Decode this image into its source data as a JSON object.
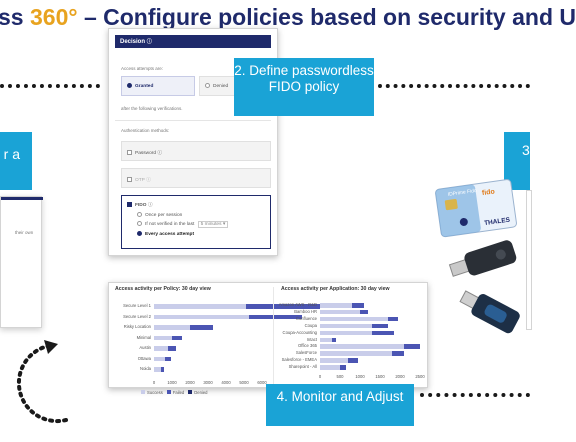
{
  "header": {
    "title_prefix": "ss ",
    "title_number": "360°",
    "title_rest": " – Configure policies based on security and U"
  },
  "decision": {
    "heading": "Decision",
    "access_attempts_label": "Access attempts are:",
    "granted_label": "Granted",
    "denied_label": "Denied",
    "after_verifications": "after the following verifications.",
    "auth_methods_label": "Authentication methods:",
    "methods": [
      "Password",
      "OTP",
      "FIDO"
    ],
    "fido_options": [
      "Once per session",
      "If not verified in the last",
      "Every access attempt"
    ],
    "minutes_value": "5 minutes"
  },
  "callouts": {
    "define": "2. Define passwordless FIDO policy",
    "monitor": "4. Monitor and Adjust",
    "left_partial": "r a",
    "right_partial": "3."
  },
  "left_panel": {
    "snippet": "their own"
  },
  "devices": {
    "card_brand_text": "THALES",
    "card_fido_text": "fido",
    "card_name_text": "IDPrime Fido"
  },
  "chart_data": [
    {
      "type": "bar",
      "title": "Access activity per Policy: 30 day view",
      "categories": [
        "Secure Level 1",
        "Secure Level 2",
        "Risky Location",
        "Minimal",
        "Austin",
        "Ottawa",
        "Noida"
      ],
      "series": [
        {
          "name": "Success",
          "values": [
            5100,
            5300,
            2000,
            1000,
            800,
            600,
            400
          ]
        },
        {
          "name": "Failed",
          "values": [
            4100,
            2900,
            1300,
            550,
            450,
            350,
            180
          ]
        },
        {
          "name": "Denied",
          "values": [
            0,
            0,
            0,
            0,
            0,
            0,
            0
          ]
        }
      ],
      "xticks": [
        "0",
        "1000",
        "2000",
        "3000",
        "4000",
        "5000",
        "6000"
      ],
      "xlim": [
        0,
        6000
      ],
      "colors": {
        "Success": "#c9cdea",
        "Failed": "#4b55b3",
        "Denied": "#1f2a6b"
      },
      "legend": "bottom"
    },
    {
      "type": "bar",
      "title": "Access activity per Application: 30 day view",
      "categories": [
        "Amazon AWS - R&D",
        "Bamboo HR",
        "Confluence",
        "Coupa",
        "Coupa-Accounting",
        "Intact",
        "Office 365",
        "SalesForce",
        "Salesforce - EMEA",
        "Sharepoint - All"
      ],
      "series": [
        {
          "name": "Success",
          "values": [
            800,
            1000,
            1700,
            1300,
            1300,
            300,
            2100,
            1800,
            700,
            500
          ]
        },
        {
          "name": "Failed",
          "values": [
            300,
            200,
            250,
            400,
            550,
            100,
            400,
            300,
            250,
            150
          ]
        },
        {
          "name": "Denied",
          "values": [
            0,
            0,
            0,
            0,
            0,
            0,
            0,
            0,
            0,
            0
          ]
        }
      ],
      "xticks": [
        "0",
        "500",
        "1000",
        "1500",
        "2000",
        "2500"
      ],
      "xlim": [
        0,
        2500
      ],
      "colors": {
        "Success": "#c9cdea",
        "Failed": "#4b55b3",
        "Denied": "#1f2a6b"
      },
      "legend": "bottom"
    }
  ]
}
